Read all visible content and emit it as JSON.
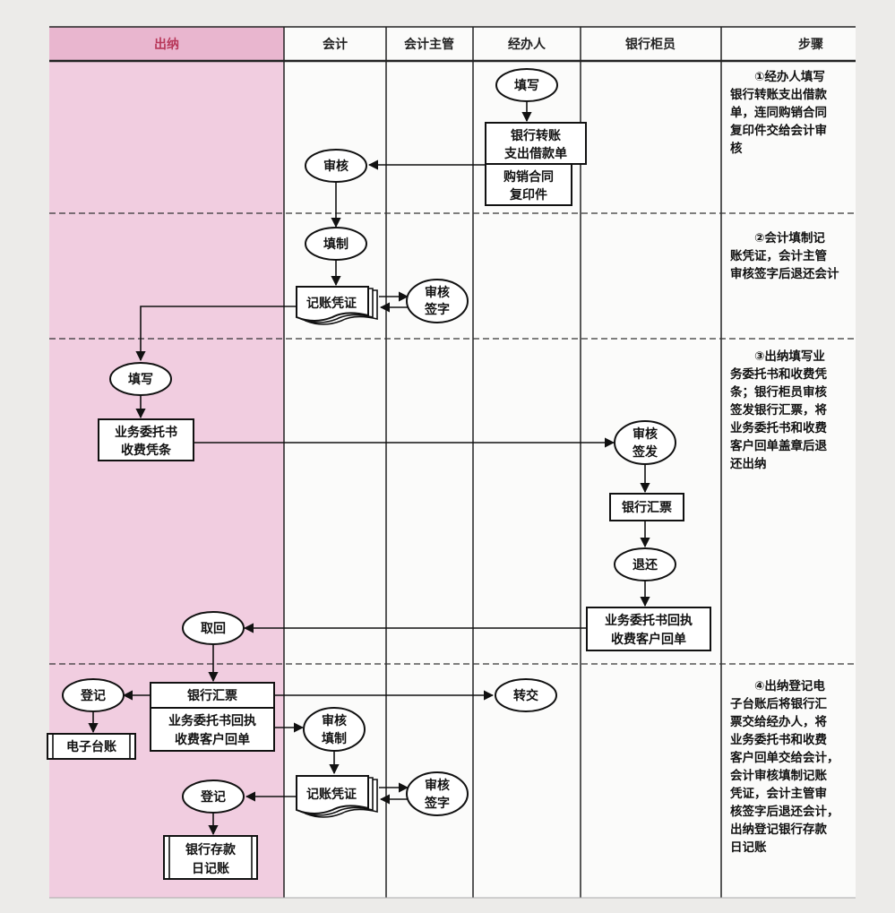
{
  "columns": [
    "出纳",
    "会计",
    "会计主管",
    "经办人",
    "银行柜员",
    "步骤"
  ],
  "colors": {
    "cashier_lane": "#f1cde0",
    "cashier_header": "#e9b6cf",
    "accent_header_text": "#b8385a",
    "line": "#111111"
  },
  "nodes": {
    "fill_in_1": "填写",
    "transfer_slip": [
      "银行转账",
      "支出借款单"
    ],
    "contract_copy": [
      "购销合同",
      "复印件"
    ],
    "review_1": "审核",
    "prepare_1": "填制",
    "voucher_1": "记账凭证",
    "review_sign_1": [
      "审核",
      "签字"
    ],
    "fill_in_2": "填写",
    "entrust_form": [
      "业务委托书",
      "收费凭条"
    ],
    "review_issue": [
      "审核",
      "签发"
    ],
    "bank_draft_1": "银行汇票",
    "return_node": "退还",
    "receipt_1": [
      "业务委托书回执",
      "收费客户回单"
    ],
    "retrieve": "取回",
    "register_1": "登记",
    "bank_draft_2": "银行汇票",
    "receipt_2": [
      "业务委托书回执",
      "收费客户回单"
    ],
    "handover": "转交",
    "e_ledger": "电子台账",
    "review_prepare": [
      "审核",
      "填制"
    ],
    "register_2": "登记",
    "voucher_2": "记账凭证",
    "review_sign_2": [
      "审核",
      "签字"
    ],
    "bank_journal": [
      "银行存款",
      "日记账"
    ]
  },
  "steps": [
    [
      "①经办人填写",
      "银行转账支出借款",
      "单，连同购销合同",
      "复印件交给会计审",
      "核"
    ],
    [
      "②会计填制记",
      "账凭证，会计主管",
      "审核签字后退还会计"
    ],
    [
      "③出纳填写业",
      "务委托书和收费凭",
      "条；银行柜员审核",
      "签发银行汇票，将",
      "业务委托书和收费",
      "客户回单盖章后退",
      "还出纳"
    ],
    [
      "④出纳登记电",
      "子台账后将银行汇",
      "票交给经办人，将",
      "业务委托书和收费",
      "客户回单交给会计，",
      "会计审核填制记账",
      "凭证，会计主管审",
      "核签字后退还会计，",
      "出纳登记银行存款",
      "日记账"
    ]
  ]
}
